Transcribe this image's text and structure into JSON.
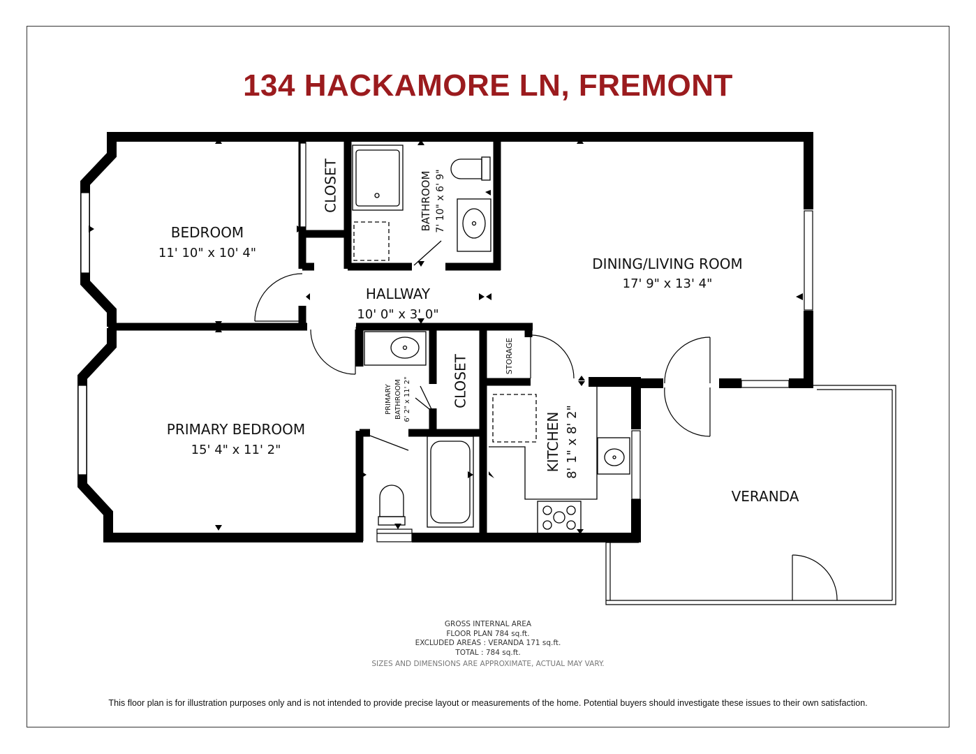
{
  "title": "134 HACKAMORE LN, FREMONT",
  "rooms": {
    "bedroom": {
      "name": "BEDROOM",
      "size": "11' 10\" x 10' 4\""
    },
    "closet_top": {
      "name": "CLOSET"
    },
    "bathroom": {
      "name": "BATHROOM",
      "size": "7' 10\" x 6' 9\""
    },
    "dining_living": {
      "name": "DINING/LIVING ROOM",
      "size": "17' 9\" x 13' 4\""
    },
    "hallway": {
      "name": "HALLWAY",
      "size": "10' 0\" x 3' 0\""
    },
    "storage": {
      "name": "STORAGE"
    },
    "primary_bathroom": {
      "name": "PRIMARY",
      "name2": "BATHROOM",
      "size": "6' 2\" x 11' 2\""
    },
    "closet_primary": {
      "name": "CLOSET"
    },
    "kitchen": {
      "name": "KITCHEN",
      "size": "8' 1\" x 8' 2\""
    },
    "primary_bedroom": {
      "name": "PRIMARY BEDROOM",
      "size": "15' 4\" x 11' 2\""
    },
    "veranda": {
      "name": "VERANDA"
    }
  },
  "area": {
    "heading": "GROSS INTERNAL AREA",
    "floor_plan": "FLOOR PLAN 784 sq.ft.",
    "excluded": "EXCLUDED AREAS :  VERANDA 171 sq.ft.",
    "total": "TOTAL :  784 sq.ft.",
    "note": "SIZES AND DIMENSIONS ARE APPROXIMATE, ACTUAL MAY VARY."
  },
  "disclaimer": "This floor plan is for illustration purposes only and is not intended to provide precise layout or measurements of the home. Potential buyers should investigate these issues to their own satisfaction.",
  "colors": {
    "title": "#9b1b1e",
    "wall": "#000000"
  }
}
